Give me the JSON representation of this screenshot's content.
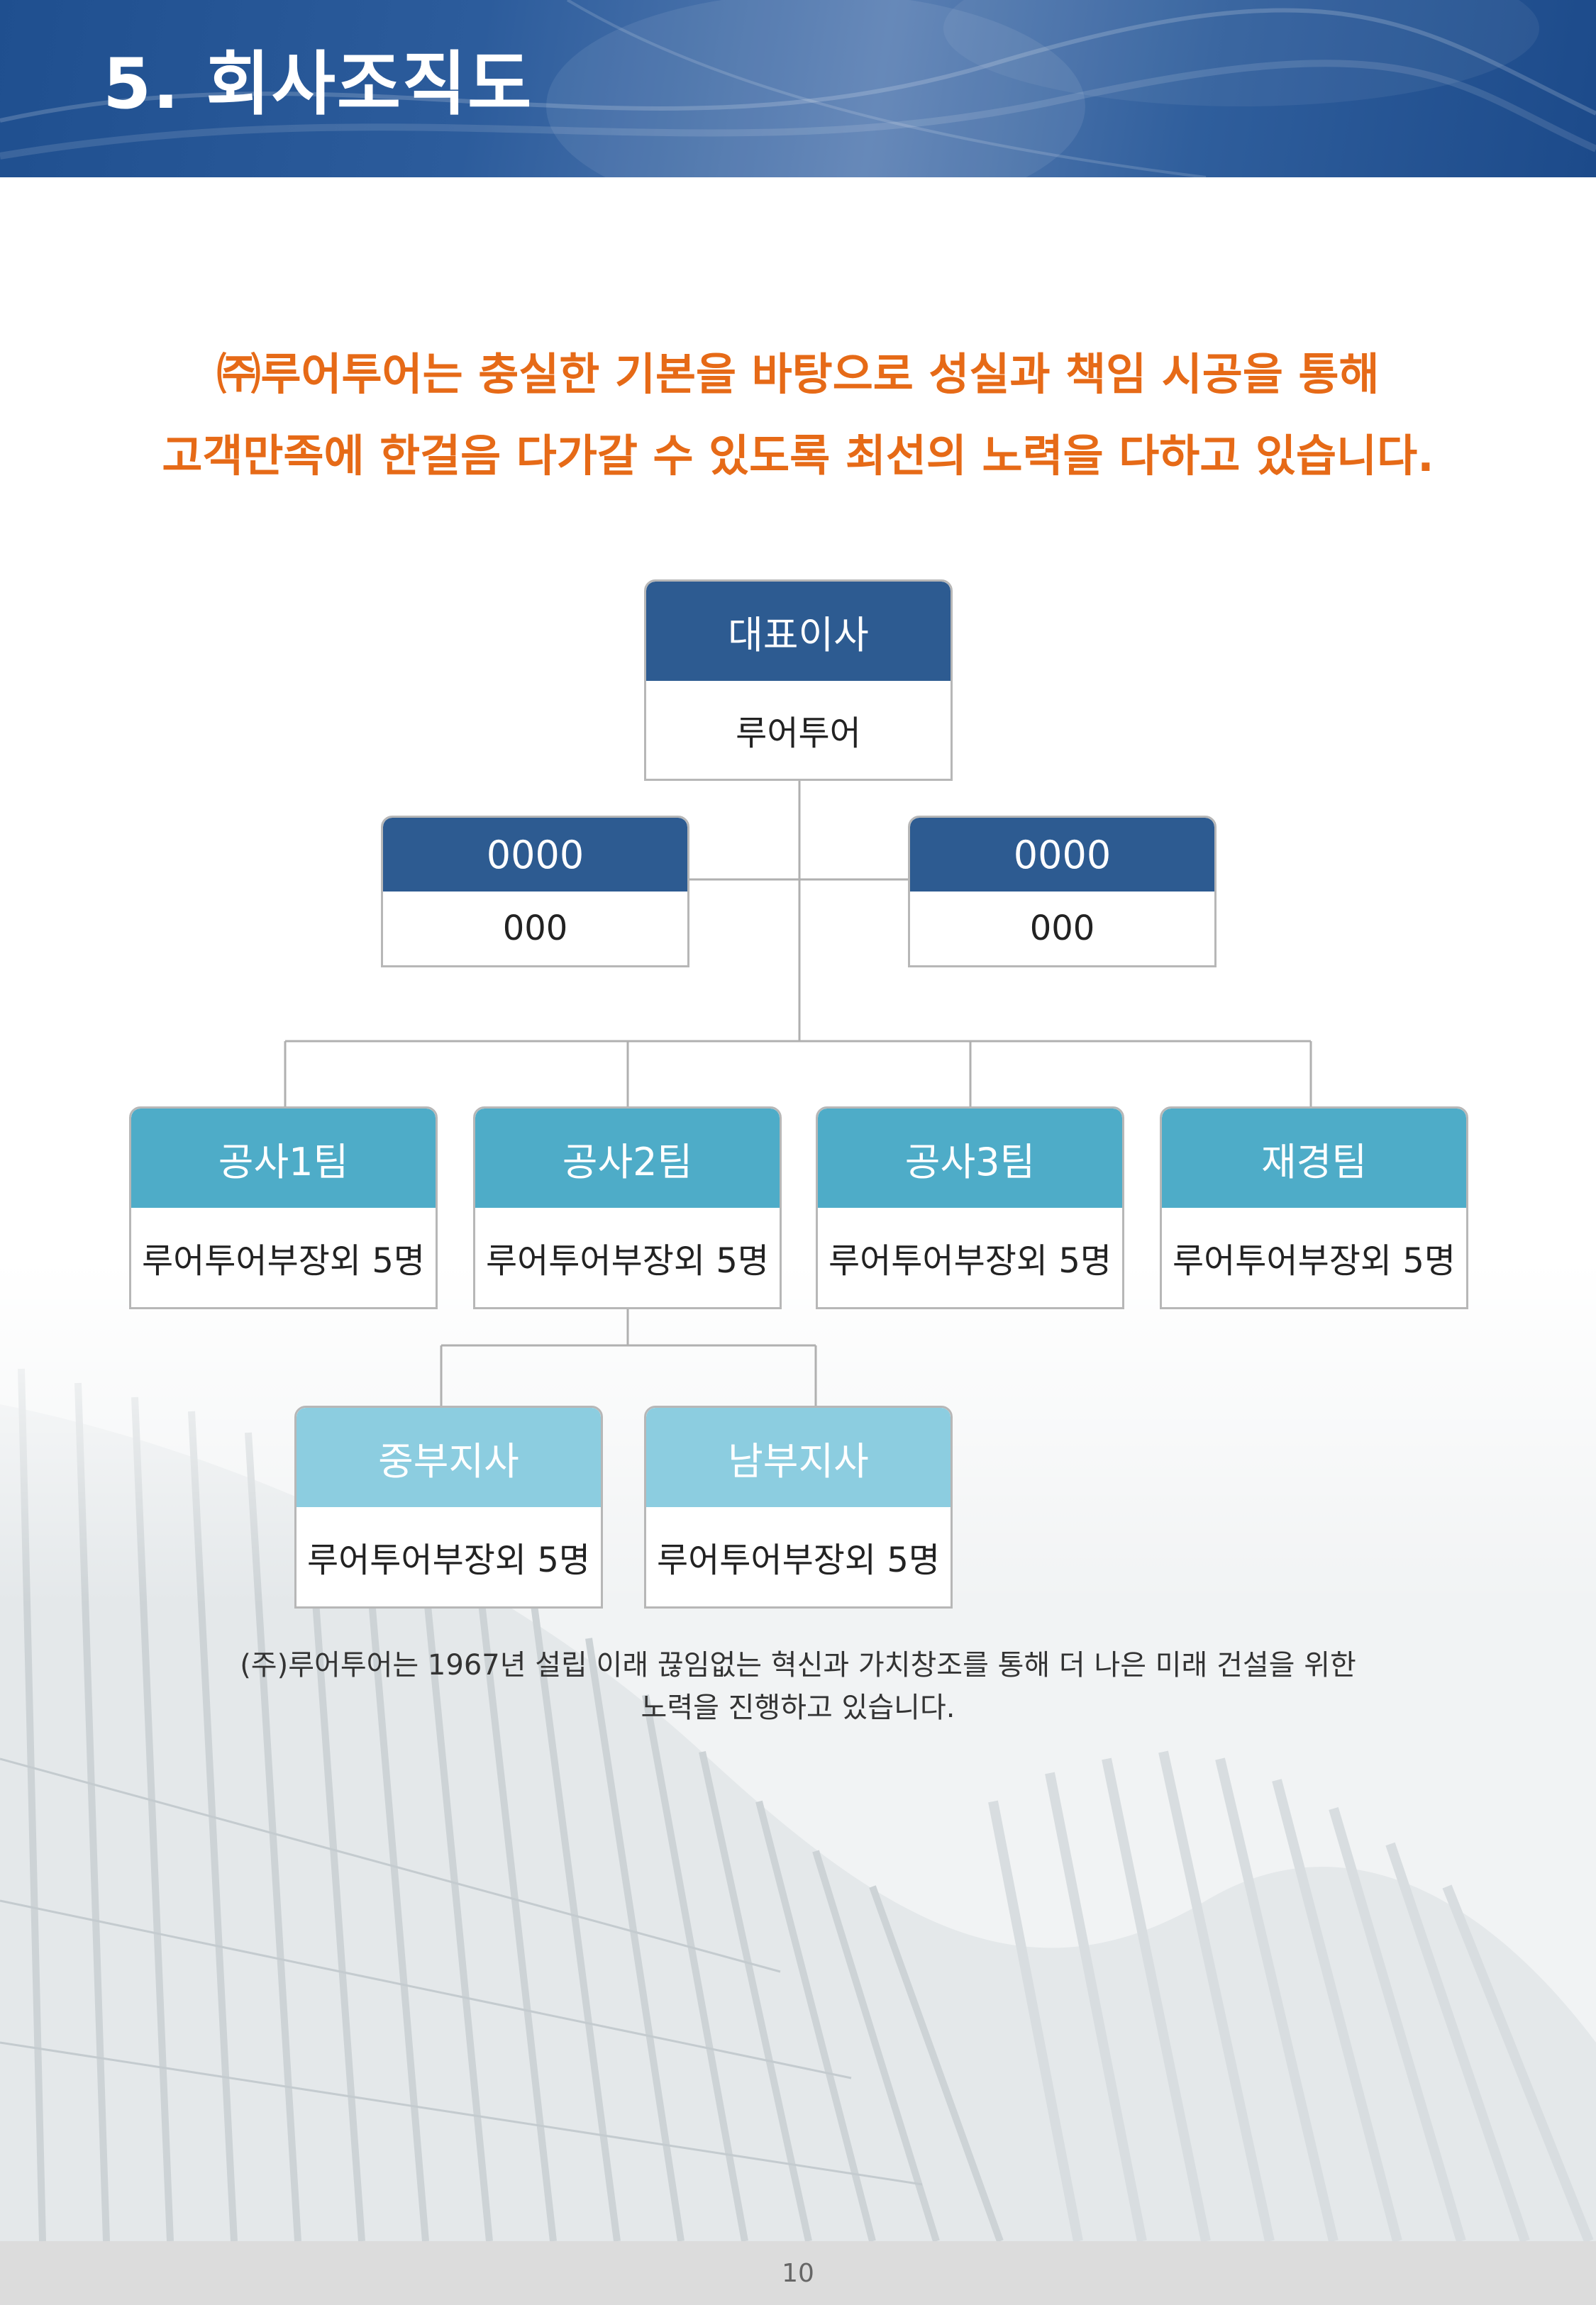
{
  "header": {
    "title": "5. 회사조직도"
  },
  "intro": {
    "line1": "㈜루어투어는 충실한 기본을 바탕으로 성실과 책임 시공을 통해",
    "line2": "고객만족에 한걸음 다가갈 수 있도록 최선의 노력을 다하고 있습니다."
  },
  "org": {
    "ceo": {
      "title": "대표이사",
      "name": "루어투어"
    },
    "advisor_left": {
      "title": "0000",
      "name": "000"
    },
    "advisor_right": {
      "title": "0000",
      "name": "000"
    },
    "teams": [
      {
        "title": "공사1팀",
        "members": "루어투어부장외 5명"
      },
      {
        "title": "공사2팀",
        "members": "루어투어부장외 5명"
      },
      {
        "title": "공사3팀",
        "members": "루어투어부장외 5명"
      },
      {
        "title": "재경팀",
        "members": "루어투어부장외 5명"
      }
    ],
    "branches": [
      {
        "title": "중부지사",
        "members": "루어투어부장외 5명"
      },
      {
        "title": "남부지사",
        "members": "루어투어부장외 5명"
      }
    ]
  },
  "caption": {
    "line1": "(주)루어투어는 1967년 설립 이래 끊임없는 혁신과 가치창조를 통해 더 나은 미래 건설을 위한",
    "line2": "노력을 진행하고 있습니다."
  },
  "footer": {
    "page_number": "10"
  },
  "colors": {
    "header": "#2c5c9c",
    "intro_text": "#e66a17",
    "navy": "#2d5b91",
    "teal": "#4eacc8",
    "light_teal": "#8ccde0"
  }
}
